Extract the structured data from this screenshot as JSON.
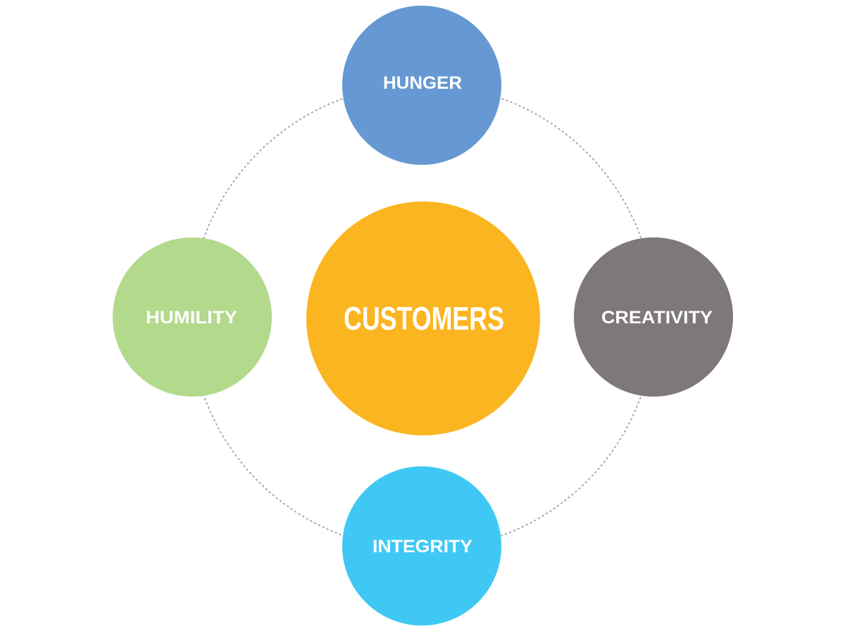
{
  "diagram": {
    "center": {
      "label": "CUSTOMERS",
      "color": "#FBB520"
    },
    "nodes": [
      {
        "id": "hunger",
        "label": "HUNGER",
        "color": "#6699D3"
      },
      {
        "id": "creativity",
        "label": "CREATIVITY",
        "color": "#7E7879"
      },
      {
        "id": "integrity",
        "label": "INTEGRITY",
        "color": "#40C8F4"
      },
      {
        "id": "humility",
        "label": "HUMILITY",
        "color": "#B3D98C"
      }
    ]
  }
}
